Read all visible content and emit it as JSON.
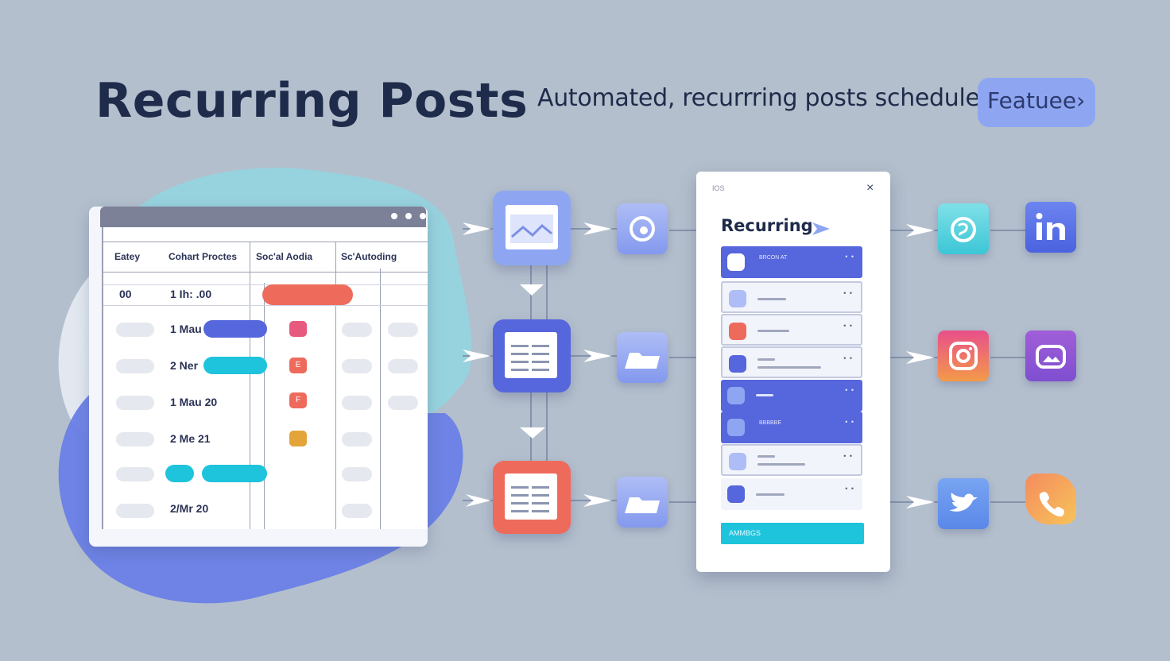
{
  "header": {
    "title": "Recurring Posts",
    "subtitle": "Automated, recurrring posts schedules",
    "feature_label": "Featuee›"
  },
  "calendar": {
    "columns": [
      "Eatey",
      "Cohart Proctes",
      "Soc'al Aodia",
      "Sc'Autoding"
    ],
    "rows": [
      {
        "a": "00",
        "b": "1 Ih: .00"
      },
      {
        "a": "",
        "b": "1 Mau"
      },
      {
        "a": "",
        "b": "2 Ner"
      },
      {
        "a": "",
        "b": "1 Mau 20"
      },
      {
        "a": "",
        "b": "2 Me 21"
      },
      {
        "a": "",
        "b": ""
      },
      {
        "a": "",
        "b": "2/Mr 20"
      }
    ],
    "badges": [
      "E",
      "F"
    ]
  },
  "panel": {
    "tag": "IOS",
    "close": "×",
    "title": "Recurring",
    "row_labels": [
      "BRCON AT",
      "BBBBBE"
    ],
    "button_label": "AMMBGS"
  },
  "colors": {
    "background": "#b3bfcd",
    "accent_blue": "#5666dc",
    "accent_cyan": "#1ec3dc",
    "accent_coral": "#ee6b5c"
  },
  "icons": [
    "chart-icon",
    "doc-icon",
    "folder-icon",
    "threads-icon",
    "linkedin-icon",
    "instagram-icon",
    "photo-icon",
    "twitter-icon",
    "phone-icon",
    "close-icon",
    "pointer-icon"
  ]
}
